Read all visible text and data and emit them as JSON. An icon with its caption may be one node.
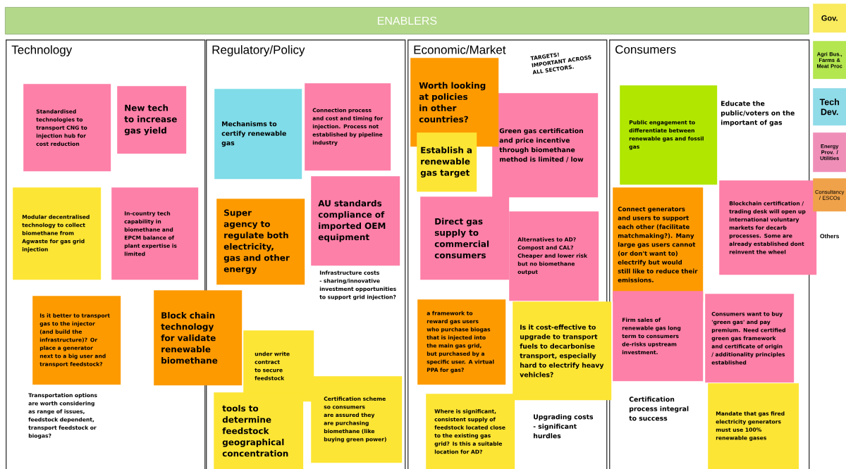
{
  "diagram": {
    "nodes": [
      {
        "text": [
          "ENABLERS"
        ]
      },
      {
        "text": [
          "Technology"
        ]
      },
      {
        "text": [
          "Regulatory/Policy"
        ]
      },
      {
        "text": [
          "Economic/Market"
        ]
      },
      {
        "text": [
          "Consumers"
        ]
      },
      {
        "text": [
          "Standardised technologies to transport CNG to injection hub for cost reduction"
        ],
        "in": 1
      },
      {
        "text": [
          "New tech to increase gas yield"
        ],
        "in": 1
      },
      {
        "text": [
          "Modular decentralised technology to collect biomethane from Agwaste for gas grid injection"
        ],
        "in": 1
      },
      {
        "text": [
          "In-country tech capability in biomethane and EPCM balance of plant expertise is limited"
        ],
        "in": 1
      },
      {
        "text": [
          "Is it better to transport gas to the injector (and build the infrastructure)? Or place a generator next to a big user and transport feedstock?"
        ],
        "in": 1
      },
      {
        "text": [
          "Block chain technology for validate renewable biomethane"
        ]
      },
      {
        "text": [
          "Mechanisms to certify renewable gas"
        ],
        "in": 2
      },
      {
        "text": [
          "Connection process and cost and timing for injection. Process not established by pipeline industry"
        ],
        "in": 2
      },
      {
        "text": [
          "Super agency to regulate both electricity, gas and other energy"
        ],
        "in": 2
      },
      {
        "text": [
          "AU standards compliance of imported OEM equipment"
        ],
        "in": 2
      },
      {
        "text": [
          "under write contract to secure feedstock"
        ],
        "in": 2
      },
      {
        "text": [
          "Certification scheme so consumers are assured they are purchasing biomethane (like buying green power)"
        ],
        "in": 2
      },
      {
        "text": [
          "tools to determine feedstock geographical concentration"
        ],
        "in": 2
      },
      {
        "text": [
          "Worth looking at policies in other countries?"
        ],
        "in": 3
      },
      {
        "text": [
          "Green gas certification and price incentive through biomethane method is limited / low"
        ],
        "in": 3
      },
      {
        "text": [
          "Establish a renewable gas target"
        ],
        "in": 3
      },
      {
        "text": [
          "Direct gas supply to commercial consumers"
        ],
        "in": 3
      },
      {
        "text": [
          "Alternatives to AD? Compost and CAL? Cheaper and lower risk but no biomethane output"
        ],
        "in": 3
      },
      {
        "text": [
          "a framework to reward gas users who purchase biogas that is injected into the main gas grid, but purchased by a specific user. A virtual PPA for gas?"
        ],
        "in": 3
      },
      {
        "text": [
          "Is it cost-effective to upgrade to transport fuels to decarbonise transport, especially hard to electrify heavy vehicles?"
        ],
        "in": 3
      },
      {
        "text": [
          "Where is significant, consistent supply of feedstock located close to the existing gas grid? Is this a suitable location for AD?"
        ],
        "in": 3
      },
      {
        "text": [
          "Public engagement to differentiate between renewable gas and fossil gas"
        ],
        "in": 4
      },
      {
        "text": [
          "Blockchain certification / trading desk will open up international voluntary markets for decarb processes. Some are already established dont reinvent the wheel"
        ]
      },
      {
        "text": [
          "Connect generators and users to support each other (facilitate matchmaking?). Many large gas users cannot (or don't want to) electrify but would still like to reduce their emissions."
        ],
        "in": 4
      },
      {
        "text": [
          "Firm sales of renewable gas long term to consumers de-risks upstream investment."
        ],
        "in": 4
      },
      {
        "text": [
          "Consumers want to buy 'green gas' and pay premium. Need certified green gas framework and certificate of origin / additionality principles established"
        ],
        "in": 4
      },
      {
        "text": [
          "Mandate that gas fired electricity generators must use 100% renewable gases"
        ],
        "in": 4
      }
    ],
    "labels": [
      "Transportation options are worth considering as range of issues, feedstock dependent, transport feedstock or biogas?",
      "Infrastructure costs - sharing/innovative investment opportunities to support grid injection?",
      "TARGETS! IMPORTANT ACROSS ALL SECTORS.",
      "Upgrading costs - significant hurdles",
      "Educate the public/voters on the important of gas",
      "Certification process integral to success"
    ],
    "legend": [
      {
        "text": "Gov.",
        "color": "#f9ea5e"
      },
      {
        "text": "Agri Bus., Farms & Meat Proc",
        "color": "#b3e64f"
      },
      {
        "text": "Tech Dev.",
        "color": "#8fdbe8"
      },
      {
        "text": "Energy Prov. / Utilities",
        "color": "#ef8fb8"
      },
      {
        "text": "Consultancy / ESCOs",
        "color": "#f0a24a"
      },
      {
        "text": "Others"
      }
    ]
  }
}
